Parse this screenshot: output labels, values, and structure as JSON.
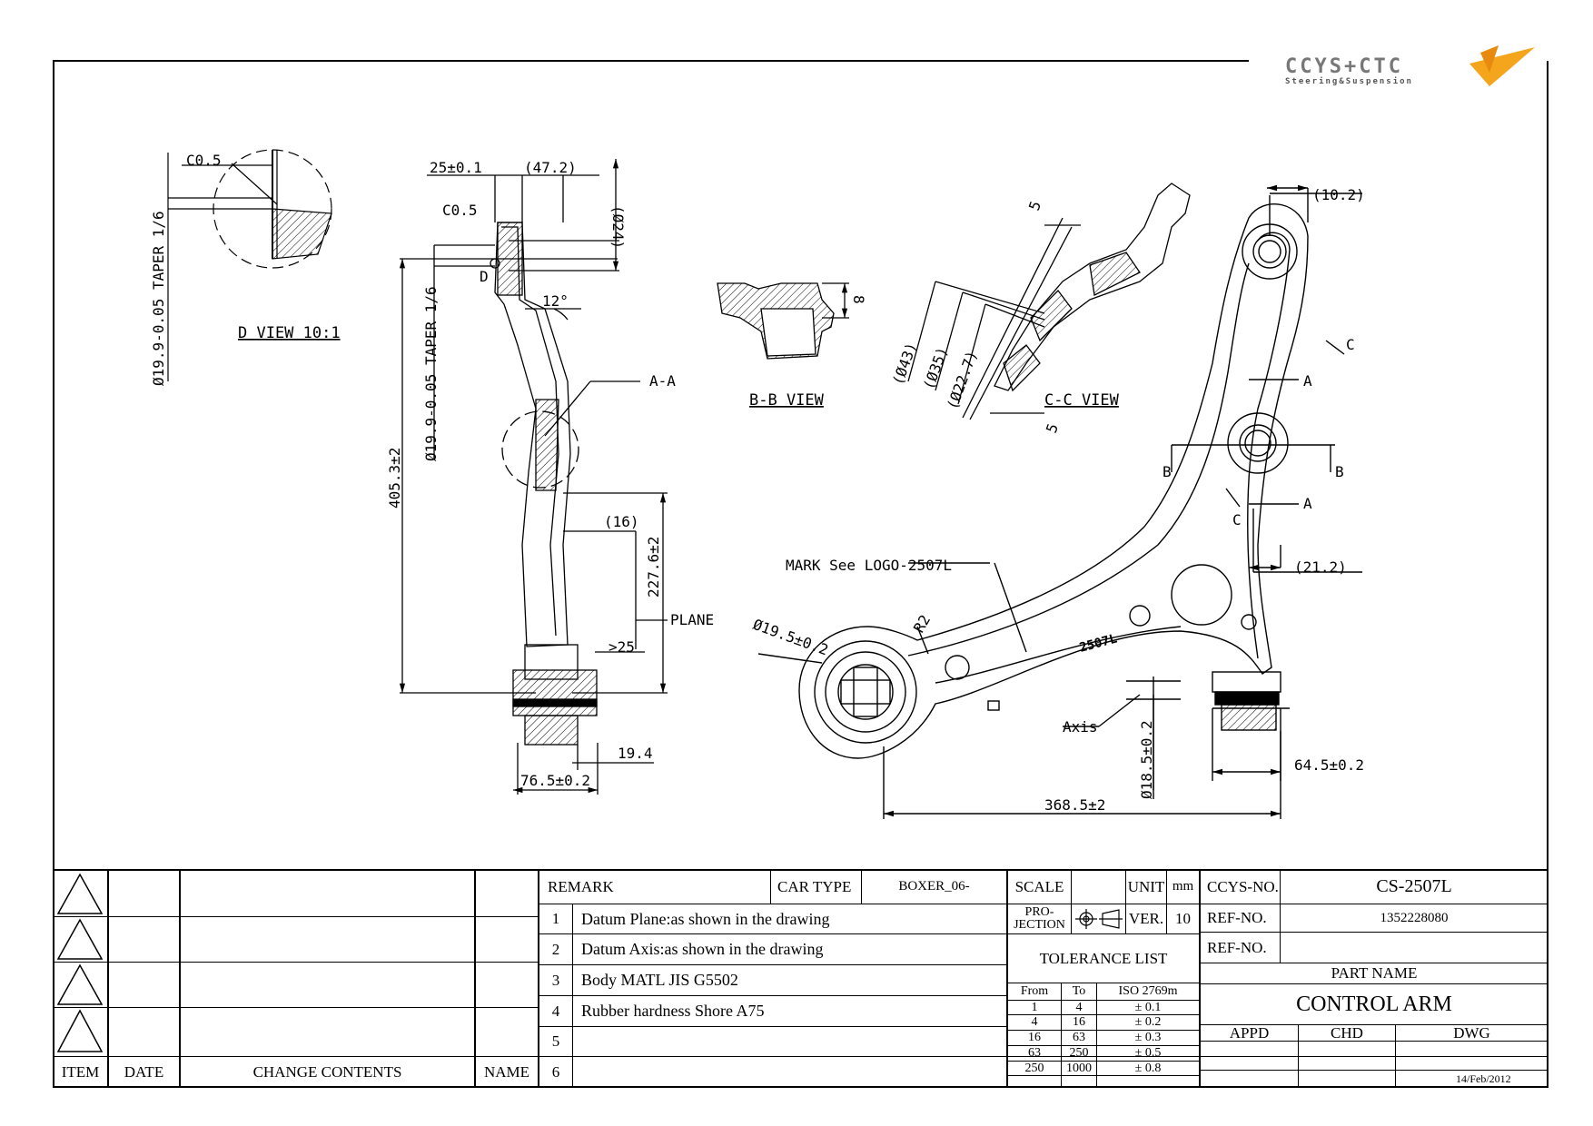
{
  "brand": {
    "logo_text": "CCYS+CTC",
    "tagline": "Steering&Suspension"
  },
  "views": {
    "d_view": "D VIEW 10:1",
    "bb_view": "B-B VIEW",
    "cc_view": "C-C VIEW",
    "aa_label": "A-A",
    "plane_label": "PLANE",
    "axis_label": "Axis",
    "mark_label": "MARK See LOGO-2507L",
    "part_mark": "2507L",
    "sections": {
      "a": "A",
      "b": "B",
      "c": "C",
      "d": "D"
    }
  },
  "dimensions": {
    "c05_a": "C0.5",
    "taper_a": "Ø19.9-0.05 TAPER 1/6",
    "w25": "25±0.1",
    "w47": "(47.2)",
    "d24": "(Ø24)",
    "c05_b": "C0.5",
    "taper_b": "Ø19.9-0.05 TAPER 1/6",
    "angle12": "12°",
    "h405": "405.3±2",
    "h227": "227.6±2",
    "w16": "(16)",
    "gt25": ">25",
    "w19": "19.4",
    "w76": "76.5±0.2",
    "h8": "8",
    "d43": "(Ø43)",
    "d35": "(Ø35)",
    "d22": "(Ø22.7)",
    "five_a": "5",
    "five_b": "5",
    "w10": "(10.2)",
    "w21": "(21.2)",
    "d19": "Ø19.5±0.2",
    "r2": "R2",
    "d18": "Ø18.5±0.2",
    "w64": "64.5±0.2",
    "w368": "368.5±2"
  },
  "titleblock": {
    "headers": {
      "item": "ITEM",
      "date": "DATE",
      "change": "CHANGE CONTENTS",
      "name": "NAME"
    },
    "remark": "REMARK",
    "car_type_label": "CAR TYPE",
    "car_type": "BOXER_06-",
    "remarks": [
      {
        "n": "1",
        "text": "Datum Plane:as shown in the drawing"
      },
      {
        "n": "2",
        "text": "Datum Axis:as shown in the drawing"
      },
      {
        "n": "3",
        "text": "Body MATL JIS G5502"
      },
      {
        "n": "4",
        "text": "Rubber hardness Shore A75"
      },
      {
        "n": "5",
        "text": ""
      },
      {
        "n": "6",
        "text": ""
      }
    ],
    "scale_label": "SCALE",
    "unit_label": "UNIT",
    "unit": "mm",
    "projection_label": "PRO-\nJECTION",
    "ver_label": "VER.",
    "ver": "10",
    "tolerance_title": "TOLERANCE LIST",
    "tolerance_headers": [
      "From",
      "To",
      "ISO 2769m"
    ],
    "tolerance_rows": [
      [
        "1",
        "4",
        "± 0.1"
      ],
      [
        "4",
        "16",
        "± 0.2"
      ],
      [
        "16",
        "63",
        "± 0.3"
      ],
      [
        "63",
        "250",
        "± 0.5"
      ],
      [
        "250",
        "1000",
        "± 0.8"
      ]
    ],
    "ccys_no_label": "CCYS-NO.",
    "ccys_no": "CS-2507L",
    "ref_no_label": "REF-NO.",
    "ref_no": "1352228080",
    "ref_no2_label": "REF-NO.",
    "part_name_label": "PART NAME",
    "part_name": "CONTROL ARM",
    "appd": "APPD",
    "chd": "CHD",
    "dwg": "DWG",
    "date": "14/Feb/2012"
  }
}
